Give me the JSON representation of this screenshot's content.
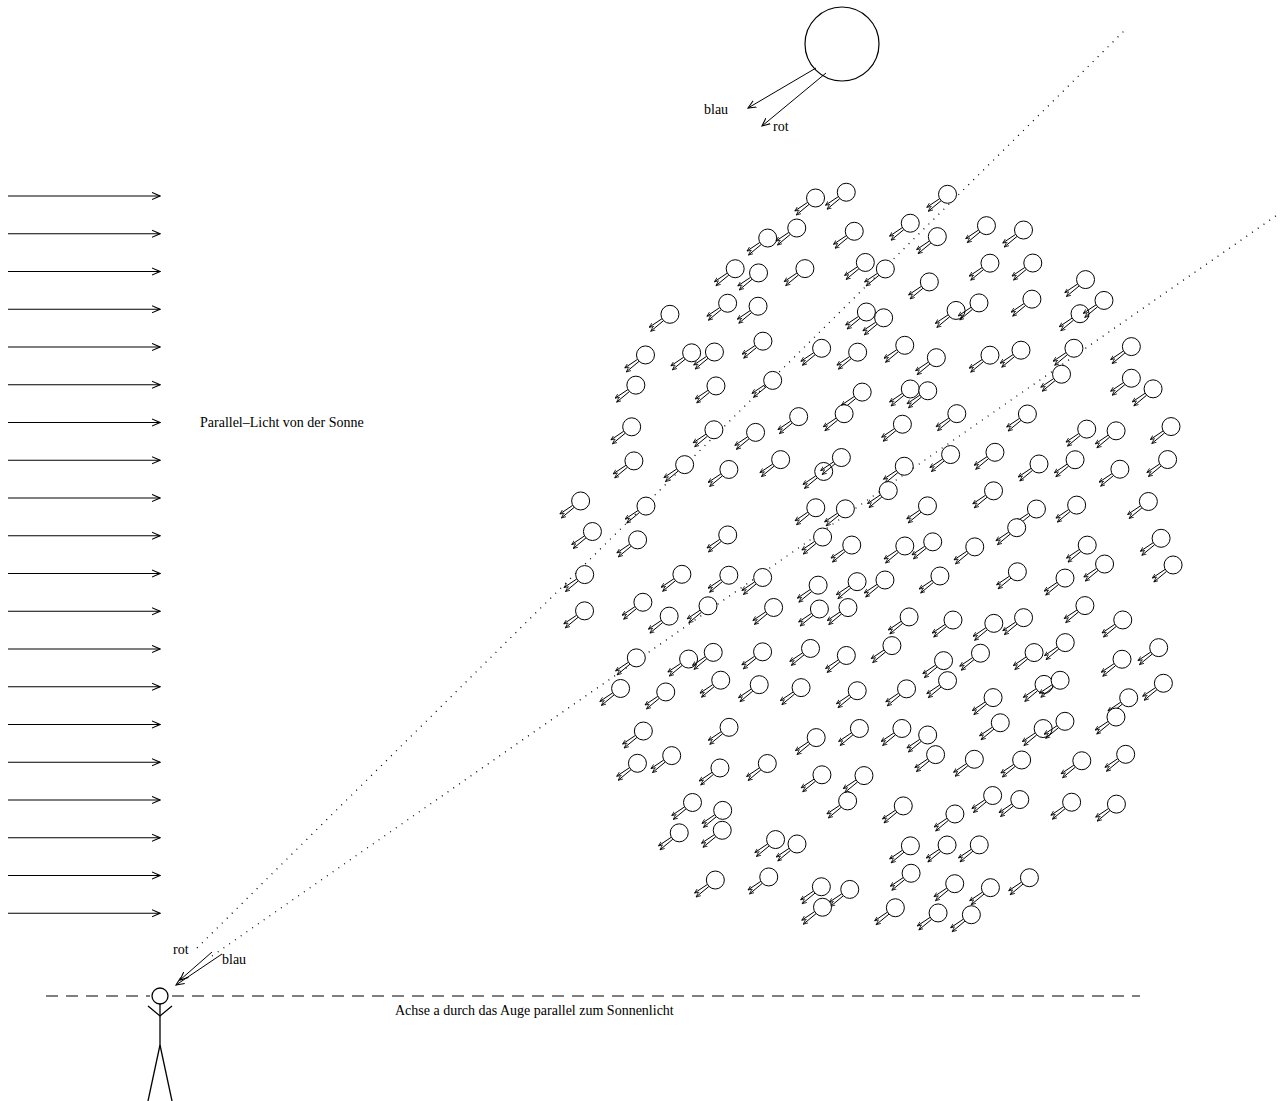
{
  "diagram": {
    "labels": [
      "blau",
      "rot",
      "Parallel–Licht von der Sonne",
      "rot",
      "blau",
      "Achse a durch das Auge parallel zum Sonnenlicht"
    ]
  }
}
